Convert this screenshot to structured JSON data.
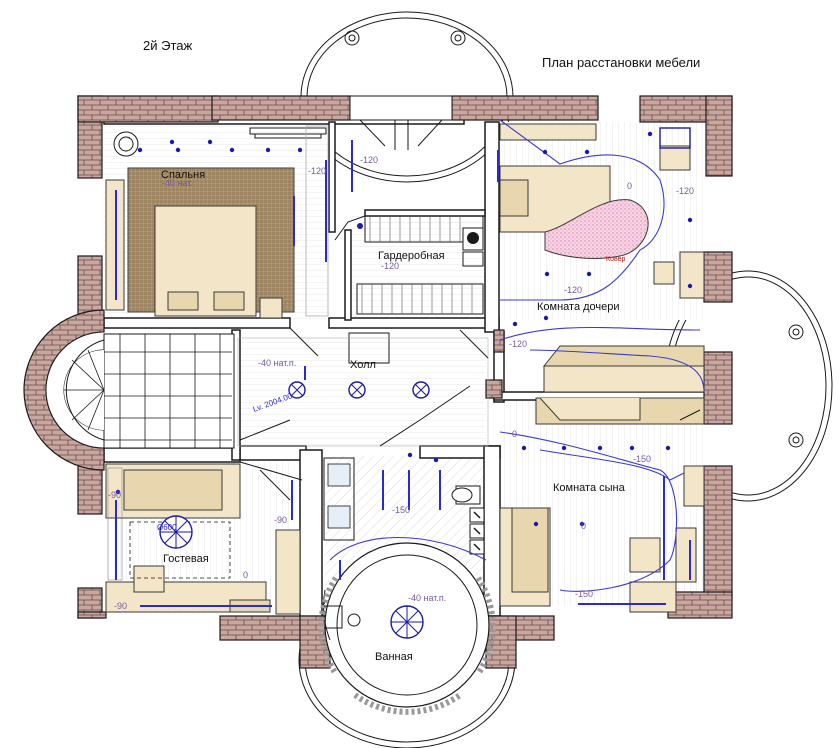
{
  "floor_label": "2й Этаж",
  "plan_title": "План расстановки мебели",
  "rooms": {
    "bedroom": "Спальня",
    "wardrobe": "Гардеробная",
    "hall": "Холл",
    "daughter": "Комната дочери",
    "son": "Комната сына",
    "guest": "Гостевая",
    "bath": "Ванная"
  },
  "levels": {
    "bedroom_floor": "-40 нат.",
    "bedroom_ceiling_1": "-120",
    "bedroom_ceiling_2": "-120",
    "wardrobe_ceiling": "-120",
    "hall_floor": "-40 нат.п.",
    "hall_stair": "Lv. 2004.00",
    "daughter_ceiling_1": "-120",
    "daughter_ceiling_2": "-120",
    "daughter_ceiling_3": "-120",
    "daughter_zero": "0",
    "son_ceiling_1": "-150",
    "son_ceiling_2": "-150",
    "son_zero_1": "0",
    "son_zero_2": "0",
    "guest_level_1": "-90",
    "guest_level_2": "-90",
    "guest_level_3": "-90",
    "guest_zero": "0",
    "guest_lamp_dia": "Ø600",
    "bath_floor": "-40 нат.п.",
    "bath_ceiling": "-150",
    "rug_label": "Ковер"
  },
  "colors": {
    "brick": "#c9a7a1",
    "furniture": "#f3e6c8",
    "lighting": "#1a1aa8",
    "rug": "#f2c6dc"
  }
}
